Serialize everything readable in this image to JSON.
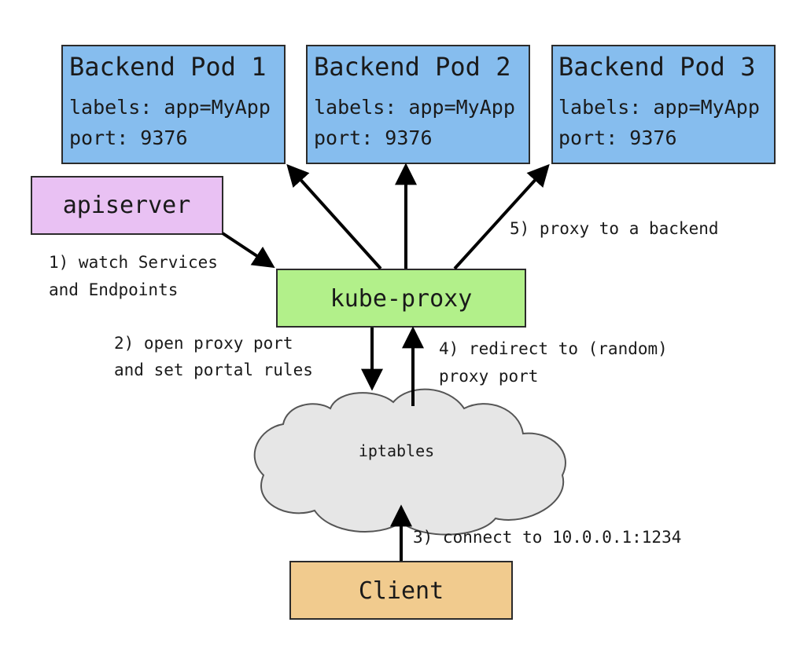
{
  "colors": {
    "pod_fill": "#86bdee",
    "apiserver_fill": "#e9c1f3",
    "kube_proxy_fill": "#b2f08a",
    "client_fill": "#f1cb8e",
    "cloud_fill": "#e6e6e6"
  },
  "pods": [
    {
      "title": "Backend Pod 1",
      "labels": "labels: app=MyApp",
      "port": "port: 9376"
    },
    {
      "title": "Backend Pod 2",
      "labels": "labels: app=MyApp",
      "port": "port: 9376"
    },
    {
      "title": "Backend Pod 3",
      "labels": "labels: app=MyApp",
      "port": "port: 9376"
    }
  ],
  "apiserver": {
    "label": "apiserver"
  },
  "kube_proxy": {
    "label": "kube-proxy"
  },
  "iptables": {
    "label": "iptables"
  },
  "client": {
    "label": "Client"
  },
  "steps": {
    "s1": [
      "1) watch Services",
      "and Endpoints"
    ],
    "s2": [
      "2) open proxy port",
      "and set portal rules"
    ],
    "s3": [
      "3) connect to 10.0.0.1:1234"
    ],
    "s4": [
      "4) redirect to (random)",
      "proxy port"
    ],
    "s5": [
      "5) proxy to a backend"
    ]
  }
}
